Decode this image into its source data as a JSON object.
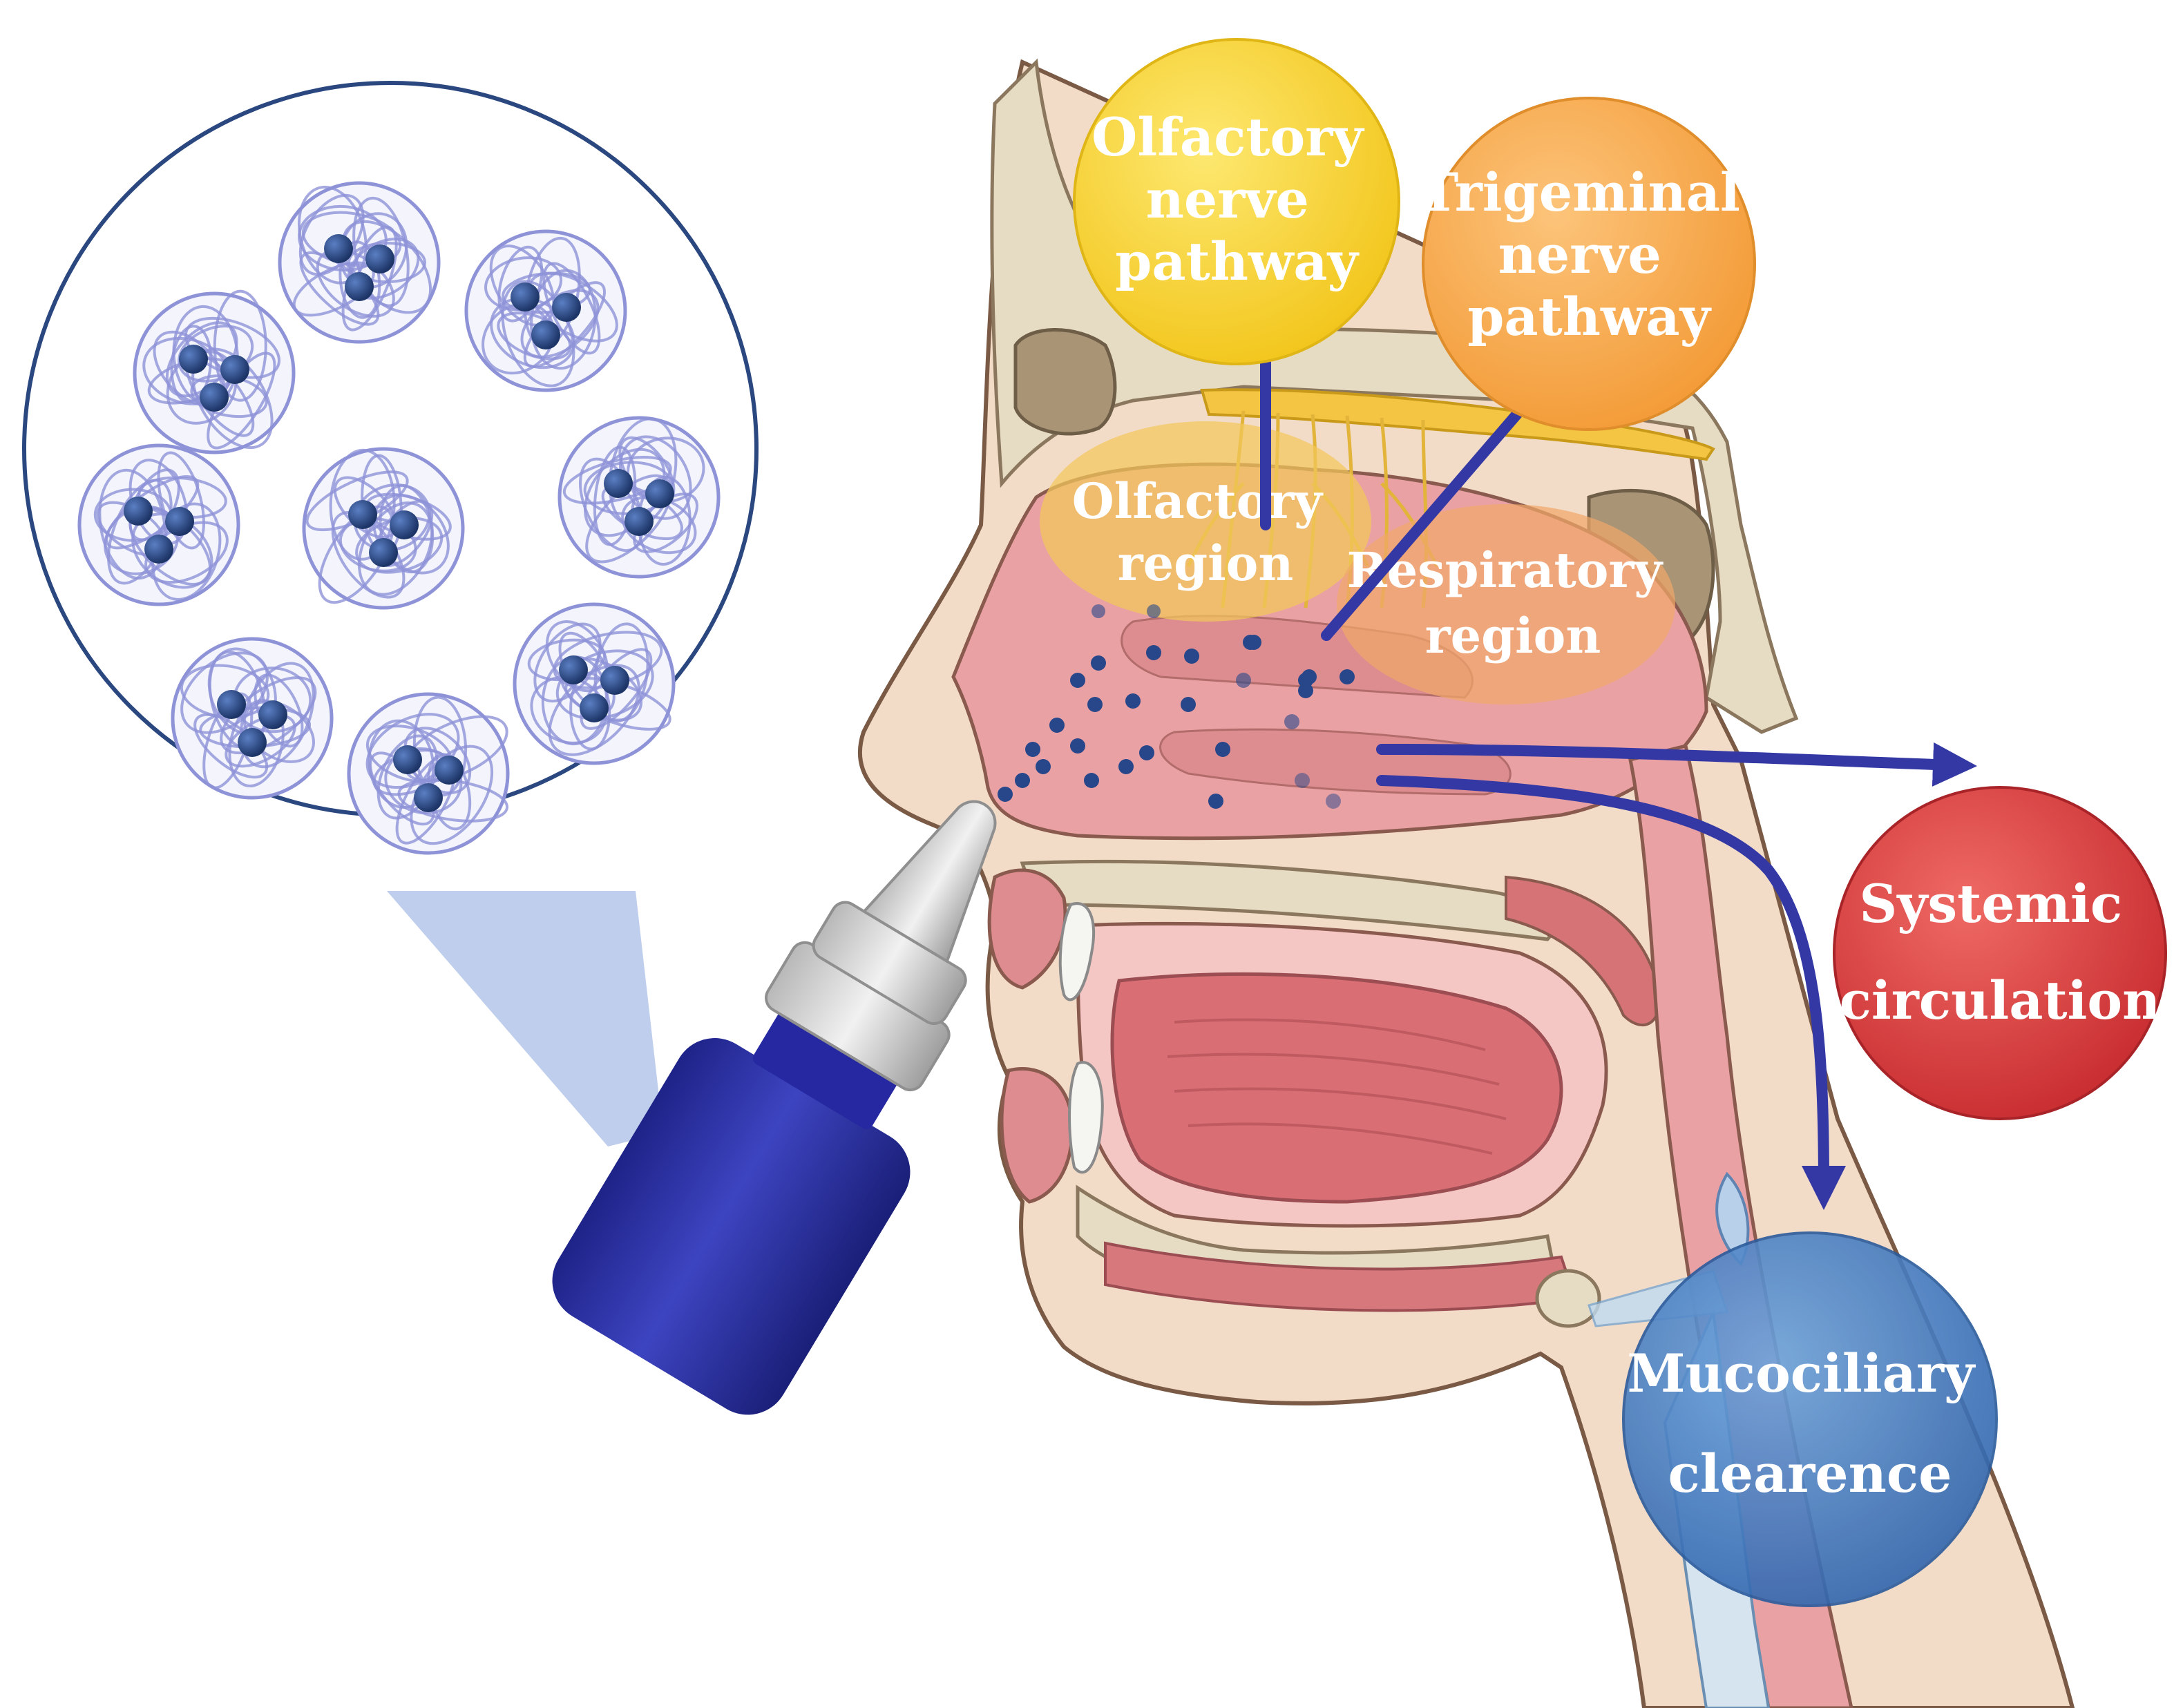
{
  "labels": {
    "olfactory_nerve_pathway": [
      "Olfactory",
      "nerve",
      "pathway"
    ],
    "trigeminal_nerve_pathway": [
      "Trigeminal",
      "nerve",
      "pathway"
    ],
    "olfactory_region": [
      "Olfactory",
      "region"
    ],
    "respiratory_region": [
      "Respiratory",
      "region"
    ],
    "systemic_circulation": [
      "Systemic",
      "circulation"
    ],
    "mucociliary_clearance": [
      "Mucociliary",
      "clearence"
    ]
  },
  "colors": {
    "olfactory_nerve_pathway": "#f5cf1e",
    "trigeminal_nerve_pathway": "#f7ab47",
    "olfactory_region": "#f2c85a",
    "respiratory_region": "#f0a86a",
    "systemic_circulation": "#d73a3a",
    "mucociliary_clearance": "#3d79c4",
    "arrow": "#3338a4",
    "particle": "#27478a",
    "bottle": "#2a2f9a",
    "nanoparticle_mesh": "#8e93d8",
    "tissue_pink": "#e69ba0",
    "bone": "#ddd1ba"
  },
  "icons": {
    "zoom_inset": "nanoparticle-cluster-icon",
    "spray_bottle": "nasal-spray-bottle-icon"
  }
}
